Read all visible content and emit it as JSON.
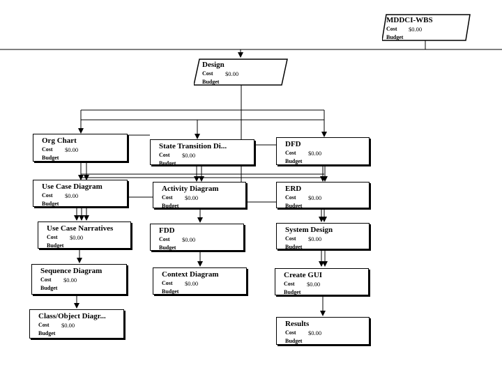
{
  "cost_label": "Cost",
  "budget_label": "Budget",
  "root": {
    "title": "MDDCI-WBS",
    "cost": "$0.00"
  },
  "design": {
    "title": "Design",
    "cost": "$0.00"
  },
  "nodes": [
    {
      "title": "Org Chart",
      "cost": "$0.00"
    },
    {
      "title": "State Transition Di...",
      "cost": "$0.00"
    },
    {
      "title": "DFD",
      "cost": "$0.00"
    },
    {
      "title": "Use Case Diagram",
      "cost": "$0.00"
    },
    {
      "title": "Activity Diagram",
      "cost": "$0.00"
    },
    {
      "title": "ERD",
      "cost": "$0.00"
    },
    {
      "title": "Use Case Narratives",
      "cost": "$0.00"
    },
    {
      "title": "FDD",
      "cost": "$0.00"
    },
    {
      "title": "System Design",
      "cost": "$0.00"
    },
    {
      "title": "Sequence Diagram",
      "cost": "$0.00"
    },
    {
      "title": "Context Diagram",
      "cost": "$0.00"
    },
    {
      "title": "Create GUI",
      "cost": "$0.00"
    },
    {
      "title": "Class/Object Diagr...",
      "cost": "$0.00"
    },
    {
      "title": "Results",
      "cost": "$0.00"
    }
  ]
}
